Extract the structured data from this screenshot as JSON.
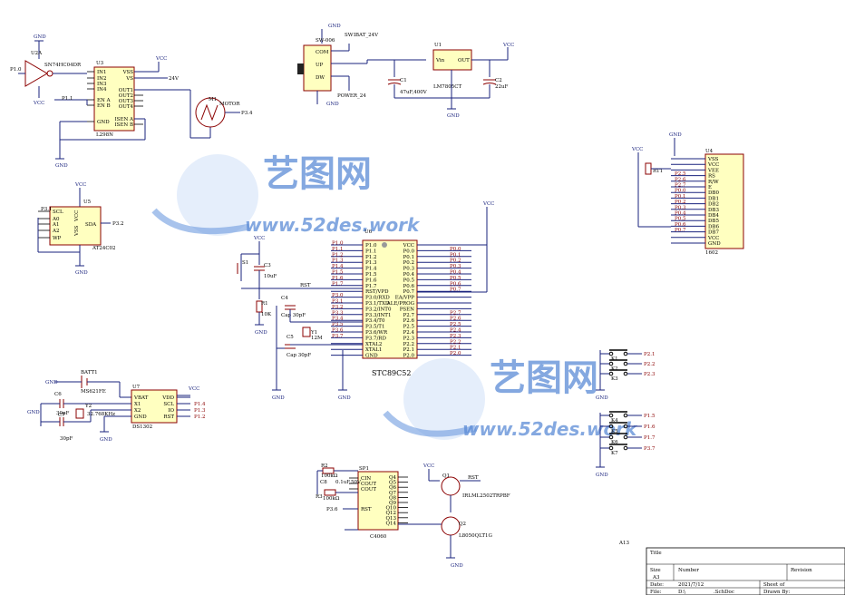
{
  "watermark": {
    "title": "艺图网",
    "url": "www.52des.work"
  },
  "components": {
    "u2a": {
      "ref": "U2A",
      "part": "SN74HC04DR",
      "in": "P1.0"
    },
    "u3": {
      "ref": "U3",
      "part": "L298N",
      "pins_left": [
        "IN1",
        "IN2",
        "IN3",
        "IN4",
        "EN A",
        "EN B",
        "GND"
      ],
      "pins_right": [
        "VSS",
        "VS",
        "OUT1",
        "OUT2",
        "OUT3",
        "OUT4",
        "ISEN A",
        "ISEN B"
      ],
      "pin_en": "P1.1",
      "supply": "24V"
    },
    "motor": {
      "ref": "M1",
      "part": "MOTOR",
      "net": "P3.4"
    },
    "switch": {
      "ref": "SW1",
      "part": "SW-006",
      "net": "BAT_24V",
      "pins": [
        "COM",
        "UP",
        "DW"
      ],
      "net2": "POWER_24"
    },
    "u1": {
      "ref": "U1",
      "part": "LM7805CT",
      "vin": "Vin",
      "gnd": "GND",
      "out": "OUT"
    },
    "c1": {
      "ref": "C1",
      "value": "47uF,400V"
    },
    "c2": {
      "ref": "C2",
      "value": "22uF"
    },
    "u5": {
      "ref": "U5",
      "part": "AT24C02",
      "pins_left": [
        "SCL",
        "A0",
        "A1",
        "A2",
        "WP"
      ],
      "pins_right": [
        "SDA"
      ],
      "net_scl": "P3.1",
      "net_sda": "P3.2",
      "vcc": "VCC",
      "vss": "VSS"
    },
    "u6": {
      "ref": "U6",
      "part": "STC89C52",
      "pins_left": [
        "P1.0",
        "P1.1",
        "P1.2",
        "P1.3",
        "P1.4",
        "P1.5",
        "P1.6",
        "P1.7",
        "RST/VPD",
        "P3.0/RXD",
        "P3.1/TXD",
        "P3.2/INT0",
        "P3.3/INT1",
        "P3.4/T0",
        "P3.5/T1",
        "P3.6/WR",
        "P3.7/RD",
        "XTAL2",
        "XTAL1",
        "GND"
      ],
      "pins_right": [
        "VCC",
        "P0.0",
        "P0.1",
        "P0.2",
        "P0.3",
        "P0.4",
        "P0.5",
        "P0.6",
        "P0.7",
        "EA/VPP",
        "ALE/PROG",
        "PSEN",
        "P2.7",
        "P2.6",
        "P2.5",
        "P2.4",
        "P2.3",
        "P2.2",
        "P2.1",
        "P2.0"
      ],
      "nets_left": [
        "P1.0",
        "P1.1",
        "P1.2",
        "P1.3",
        "P1.4",
        "P1.5",
        "P1.6",
        "P1.7",
        "RST",
        "P3.0",
        "P3.1",
        "P3.2",
        "P3.3",
        "P3.4",
        "P3.5",
        "P3.6",
        "P3.7"
      ],
      "nets_right": [
        "P0.0",
        "P0.1",
        "P0.2",
        "P0.3",
        "P0.4",
        "P0.5",
        "P0.6",
        "P0.7",
        "P2.7",
        "P2.6",
        "P2.5",
        "P2.4",
        "P2.3",
        "P2.2",
        "P2.1",
        "P2.0"
      ]
    },
    "reset": {
      "s": "S1",
      "c3": "C3",
      "c3v": "10uF",
      "r1": "R1",
      "r1v": "10K",
      "rst": "RST"
    },
    "crystal": {
      "c4": "C4",
      "c4v": "Cap 30pF",
      "c5": "C5",
      "c5v": "Cap 30pF",
      "y": "Y1",
      "yv": "12M"
    },
    "u4": {
      "ref": "U4",
      "part": "1602",
      "rt": "RT1",
      "pins": [
        "VSS",
        "VCC",
        "VEE",
        "RS",
        "R/W",
        "E",
        "DB0",
        "DB1",
        "DB2",
        "DB3",
        "DB4",
        "DB5",
        "DB6",
        "DB7",
        "VCC",
        "GND"
      ],
      "nets": [
        "P2.5",
        "P2.6",
        "P2.7",
        "P0.0",
        "P0.1",
        "P0.2",
        "P0.3",
        "P0.4",
        "P0.5",
        "P0.6",
        "P0.7"
      ]
    },
    "keys": {
      "top": [
        {
          "k": "K1",
          "net": "P2.1"
        },
        {
          "k": "K2",
          "net": "P2.2"
        },
        {
          "k": "K3",
          "net": "P2.3"
        }
      ],
      "bottom": [
        {
          "k": "K4",
          "net": "P1.5"
        },
        {
          "k": "K5",
          "net": "P1.6"
        },
        {
          "k": "K6",
          "net": "P1.7"
        },
        {
          "k": "K7",
          "net": "P3.7"
        }
      ]
    },
    "u7": {
      "ref": "U7",
      "part": "DS1302",
      "bat": "BATT1",
      "batv": "MS621FE",
      "pins_left": [
        "VBAT",
        "X1",
        "X2",
        "GND"
      ],
      "pins_right": [
        "VDD",
        "SCL",
        "IO",
        "RST"
      ],
      "nets": [
        "P1.4",
        "P1.3",
        "P1.2"
      ],
      "c6": "C6",
      "c7": "C7",
      "cv": "30pF",
      "y": "Y2",
      "yv": "32.768KHz"
    },
    "sp1": {
      "ref": "SP1",
      "part": "C4060",
      "pins_left": [
        "CIN",
        "COUT",
        "COUT",
        "RST"
      ],
      "pins_right": [
        "Q4",
        "Q5",
        "Q6",
        "Q7",
        "Q8",
        "Q9",
        "Q10",
        "Q12",
        "Q13",
        "Q14"
      ],
      "r2": "R2",
      "r2v": "100kΩ",
      "r3": "R3",
      "r3v": "100kΩ",
      "c8": "C8",
      "c8v": "0.1uF,50V",
      "net": "P3.6"
    },
    "q1": {
      "ref": "Q1",
      "part": "IRLML2502TRPBF",
      "net": "RST"
    },
    "q2": {
      "ref": "Q2",
      "part": "L8050QLT1G"
    }
  },
  "labels": {
    "vcc": "VCC",
    "gnd": "GND",
    "v24": "24V",
    "a13": "A13"
  },
  "title_block": {
    "title": "Title",
    "size_label": "Size",
    "size": "A3",
    "number_label": "Number",
    "revision_label": "Revision",
    "date_label": "Date:",
    "date": "2021/7/12",
    "file_label": "File:",
    "file": "D:\\",
    "file_ext": ".SchDoc",
    "sheet_label": "Sheet",
    "sheet_of": "of",
    "drawn_label": "Drawn By:"
  }
}
